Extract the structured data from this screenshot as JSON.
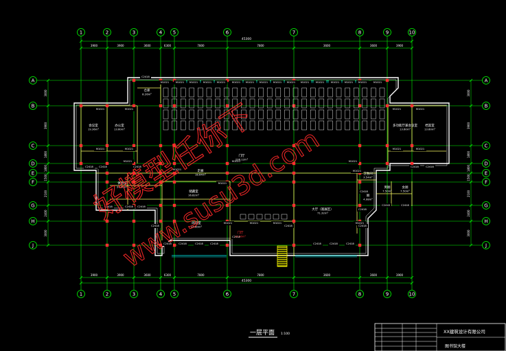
{
  "columns": {
    "labels": [
      "1",
      "2",
      "3",
      "4",
      "5",
      "6",
      "7",
      "8",
      "9",
      "10"
    ],
    "spacing_top": [
      "3900",
      "3900",
      "3600",
      "6300",
      "7800",
      "7800",
      "3600",
      "3600",
      "3900"
    ],
    "spacing_bottom": [
      "3900",
      "3900",
      "3600",
      "6300",
      "7800",
      "7800",
      "3600",
      "3600",
      "3900"
    ],
    "total_top": "45300",
    "total_bottom": "45300"
  },
  "rows": {
    "labels": [
      "A",
      "B",
      "C",
      "D",
      "E",
      "F",
      "G",
      "H",
      "J"
    ],
    "spacing_left": [
      "3000",
      "3900",
      "1800",
      "1800",
      "1500",
      "2100",
      "2400",
      "3000"
    ],
    "spacing_right": [
      "3000",
      "3900",
      "1800",
      "1800",
      "1500",
      "2100",
      "2400",
      "3000"
    ]
  },
  "rooms": [
    {
      "name": "会议室",
      "area": "19.36m²"
    },
    {
      "name": "办公室",
      "area": "13.60m²"
    },
    {
      "name": "仓库",
      "area": "8.26m²"
    },
    {
      "name": "多功能厅兼会议室",
      "area": "13.60m²"
    },
    {
      "name": "档案室",
      "area": "13.60m²"
    },
    {
      "name": "走廊",
      "area": "18.64m²"
    },
    {
      "name": "门厅",
      "area": "236.12m²"
    },
    {
      "name": "储藏室",
      "area": "16.82m²"
    },
    {
      "name": "阅览室",
      "area": "24.60m²"
    },
    {
      "name": "大厅（观展区）",
      "area": "71.32m²"
    },
    {
      "name": "休息室",
      "area": "24.60m²"
    },
    {
      "name": "卫生间",
      "area": "3.54m²"
    },
    {
      "name": "厕",
      "area": "4.08m²"
    },
    {
      "name": "男厕",
      "area": "7.50m²"
    },
    {
      "name": "女厕",
      "area": "7.50m²"
    },
    {
      "name": "门厅",
      "area": "24.56m²"
    }
  ],
  "door_tags": [
    "M1021",
    "M1021",
    "M1021",
    "M1021",
    "M1021",
    "M1021",
    "M1021",
    "M1021",
    "M1021",
    "M1021",
    "M1021",
    "M1021",
    "M1021",
    "M1021",
    "M1021",
    "M1021",
    "M1021",
    "M1021",
    "M1021",
    "M1021",
    "M1021",
    "M1021",
    "M1021",
    "M1021",
    "M1021",
    "M1021",
    "M1021",
    "M1021",
    "M1021",
    "M1021",
    "M1021",
    "M1021",
    "M1021",
    "M1021"
  ],
  "window_tags": [
    "C2418",
    "C2418",
    "C2418",
    "C2418",
    "C2418",
    "C2418",
    "C2418",
    "C2418",
    "C2418",
    "C2418",
    "C2418",
    "C2418",
    "C2418",
    "C2418",
    "C2418",
    "C2418",
    "C2418",
    "C2418",
    "C2418",
    "C2418",
    "C2418",
    "C2418",
    "C2418",
    "C2418"
  ],
  "plan_title": {
    "name": "一层平面",
    "scale": "1:100"
  },
  "title_block": {
    "company": "XX建筑设计有限公司",
    "project": "图书馆大楼"
  },
  "watermark": {
    "line1": "好模型任你下",
    "line2": "www.susu3d.com"
  },
  "colors": {
    "background": "#000000",
    "axis": "#00ff00",
    "dimension": "#00ff00",
    "wall": "#ffffff",
    "column": "#ff3030",
    "inner_wall": "#ffff66",
    "window": "#00ffff",
    "stair": "#ffff00",
    "room_label": "#ffffff",
    "axis_label": "#ffffff",
    "watermark": "#ff2a2a",
    "title_block": "#ffffff"
  }
}
